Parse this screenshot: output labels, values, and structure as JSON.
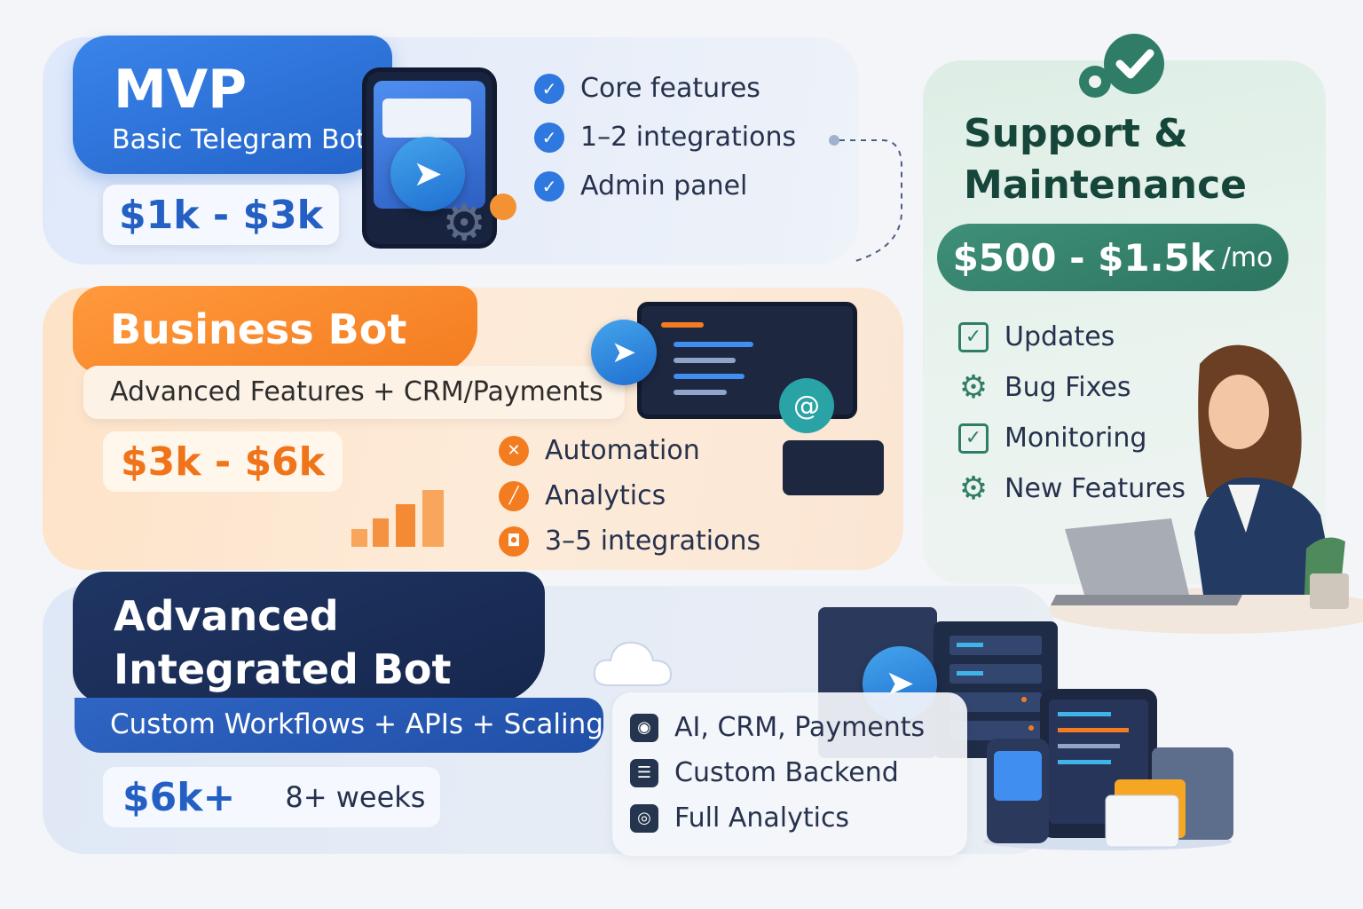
{
  "mvp": {
    "title": "MVP",
    "subtitle": "Basic Telegram Bot",
    "price": "$1k - $3k",
    "features": [
      "Core features",
      "1–2 integrations",
      "Admin panel"
    ]
  },
  "business": {
    "title": "Business Bot",
    "subtitle": "Advanced Features + CRM/Payments",
    "price": "$3k - $6k",
    "features": [
      "Automation",
      "Analytics",
      "3–5 integrations"
    ]
  },
  "advanced": {
    "title_line1": "Advanced",
    "title_line2": "Integrated Bot",
    "subtitle": "Custom Workflows + APIs + Scaling",
    "price": "$6k+",
    "duration": "8+ weeks",
    "features": [
      "AI, CRM, Payments",
      "Custom Backend",
      "Full Analytics"
    ]
  },
  "support": {
    "title_line1": "Support &",
    "title_line2": "Maintenance",
    "price": "$500 - $1.5k",
    "price_unit": "/mo",
    "features": [
      "Updates",
      "Bug Fixes",
      "Monitoring",
      "New Features"
    ]
  },
  "colors": {
    "mvp_accent": "#2f78e0",
    "business_accent": "#f47c20",
    "advanced_accent": "#1f3563",
    "support_accent": "#2f7d67"
  },
  "icons": {
    "mvp_feature": "check-circle-icon",
    "business_feature": [
      "automation-icon",
      "analytics-icon",
      "integrations-icon"
    ],
    "support_feature": [
      "checkbox-icon",
      "gear-icon",
      "checkbox-icon",
      "gear-icon"
    ],
    "advanced_feature": [
      "ai-chip-icon",
      "backend-icon",
      "analytics-icon"
    ],
    "bot": "telegram-icon"
  }
}
